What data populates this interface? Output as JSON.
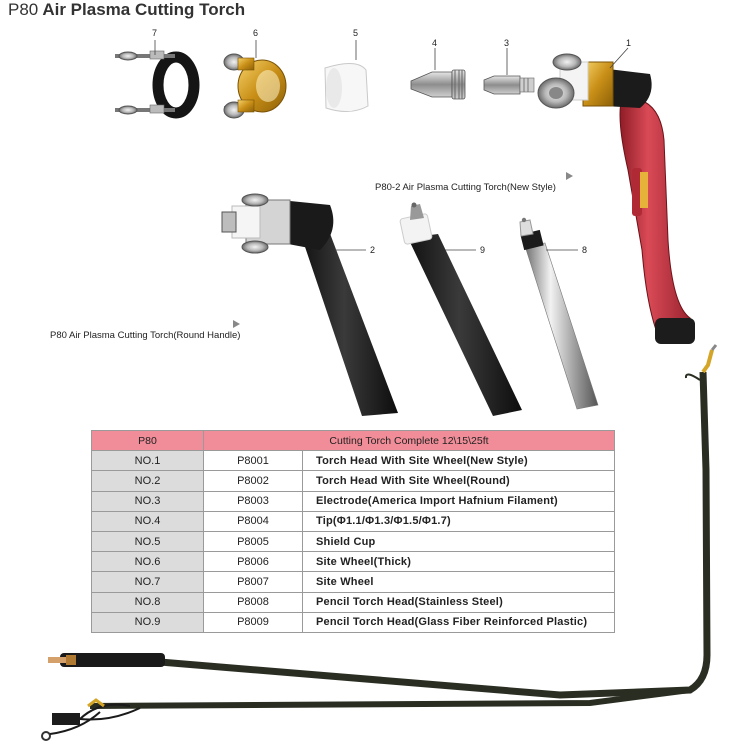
{
  "title": {
    "model": "P80",
    "name": "Air Plasma Cutting Torch"
  },
  "part_numbers": [
    "7",
    "6",
    "5",
    "4",
    "3",
    "1",
    "2",
    "9",
    "8"
  ],
  "captions": {
    "new_style": "P80-2 Air Plasma Cutting Torch(New Style)",
    "round_handle": "P80 Air Plasma Cutting Torch(Round Handle)"
  },
  "table": {
    "header": {
      "col1": "P80",
      "col2": "Cutting Torch Complete 12\\15\\25ft"
    },
    "rows": [
      {
        "no": "NO.1",
        "code": "P8001",
        "desc": "Torch Head With Site Wheel(New Style)"
      },
      {
        "no": "NO.2",
        "code": "P8002",
        "desc": "Torch Head With Site Wheel(Round)"
      },
      {
        "no": "NO.3",
        "code": "P8003",
        "desc": "Electrode(America Import Hafnium Filament)"
      },
      {
        "no": "NO.4",
        "code": "P8004",
        "desc": "Tip(Φ1.1/Φ1.3/Φ1.5/Φ1.7)"
      },
      {
        "no": "NO.5",
        "code": "P8005",
        "desc": "Shield Cup"
      },
      {
        "no": "NO.6",
        "code": "P8006",
        "desc": "Site Wheel(Thick)"
      },
      {
        "no": "NO.7",
        "code": "P8007",
        "desc": "Site Wheel"
      },
      {
        "no": "NO.8",
        "code": "P8008",
        "desc": "Pencil Torch Head(Stainless Steel)"
      },
      {
        "no": "NO.9",
        "code": "P8009",
        "desc": "Pencil Torch Head(Glass Fiber Reinforced Plastic)"
      }
    ]
  },
  "colors": {
    "header_pink": "#f08d98",
    "cell_gray": "#dcdcdc",
    "handle_red": "#c8323f",
    "brass": "#d4a526",
    "cable_dark": "#2a2e22"
  }
}
